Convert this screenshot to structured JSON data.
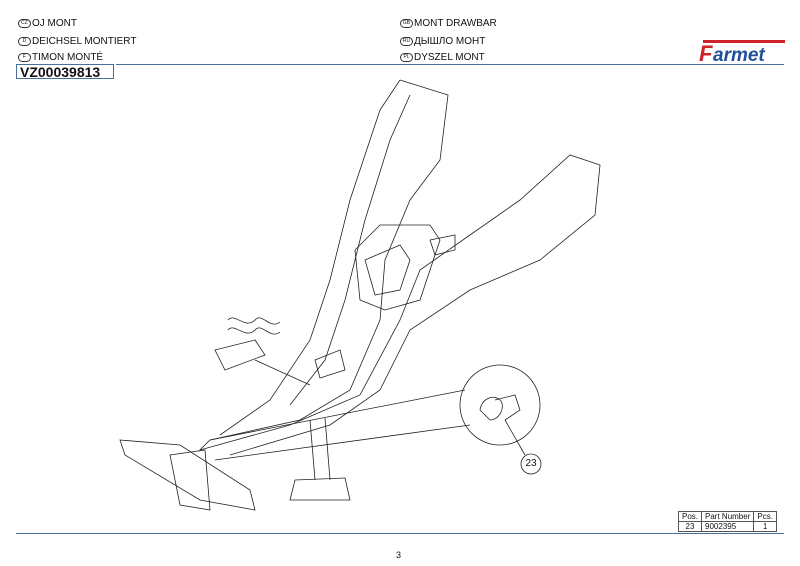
{
  "titles": [
    {
      "code": "CZ",
      "text": "OJ MONT"
    },
    {
      "code": "D",
      "text": "DEICHSEL MONTIERT"
    },
    {
      "code": "F",
      "text": "TIMON MONTÉ"
    },
    {
      "code": "GB",
      "text": "MONT DRAWBAR"
    },
    {
      "code": "RU",
      "text": "ДЫШЛО МОНТ"
    },
    {
      "code": "PL",
      "text": "DYSZEL MONT"
    }
  ],
  "document_number": "VZ00039813",
  "logo": {
    "text": "Farmet",
    "red": "#d0202a",
    "blue": "#1f4f9a"
  },
  "callout": {
    "label": "23"
  },
  "parts_table": {
    "headers": [
      "Pos.",
      "Part Number",
      "Pcs."
    ],
    "rows": [
      [
        "23",
        "9002395",
        "1"
      ]
    ]
  },
  "page_number": "3"
}
